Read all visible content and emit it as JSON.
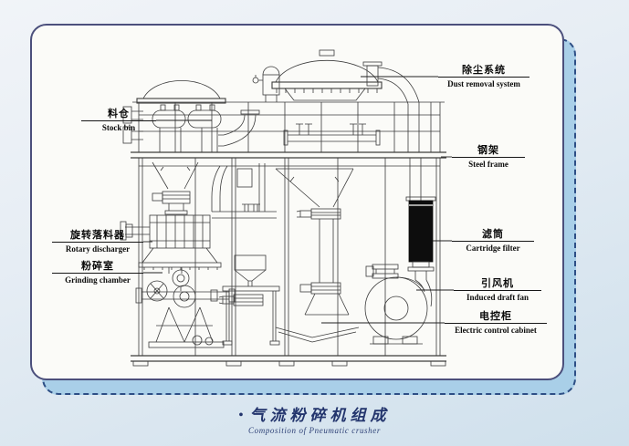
{
  "labels": [
    {
      "id": "stock-bin",
      "zh": "料仓",
      "en": "Stock bin"
    },
    {
      "id": "rotary-discharger",
      "zh": "旋转落料器",
      "en": "Rotary discharger"
    },
    {
      "id": "grinding-chamber",
      "zh": "粉碎室",
      "en": "Grinding chamber"
    },
    {
      "id": "dust-removal-system",
      "zh": "除尘系统",
      "en": "Dust removal system"
    },
    {
      "id": "steel-frame",
      "zh": "钢架",
      "en": "Steel frame"
    },
    {
      "id": "cartridge-filter",
      "zh": "滤筒",
      "en": "Cartridge filter"
    },
    {
      "id": "induced-draft-fan",
      "zh": "引风机",
      "en": "Induced draft fan"
    },
    {
      "id": "electric-control-cabinet",
      "zh": "电控柜",
      "en": "Electric control cabinet"
    }
  ],
  "caption": {
    "bullet": "•",
    "zh": "气流粉碎机组成",
    "en": "Composition of Pneumatic crusher"
  },
  "colors": {
    "background_top": "#f1f4f8",
    "background_bottom": "#cfe0ec",
    "panel_background": "#fbfbf8",
    "panel_border": "#4b4f7c",
    "shadow_fill": "#a9cfe8",
    "shadow_dashed_border": "#2d4e85",
    "drawing_line": "#3c3c3c",
    "filter_fill": "#0d0d0d",
    "caption_text": "#23356d"
  }
}
